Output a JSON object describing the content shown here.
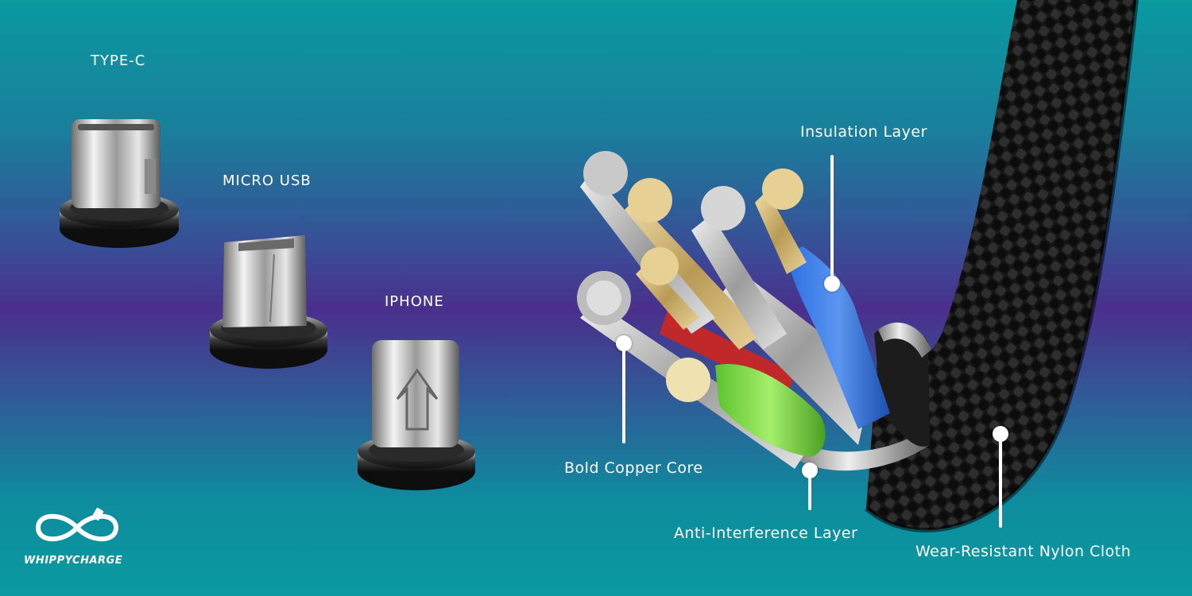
{
  "connectors": {
    "type_c": "TYPE-C",
    "micro_usb": "MICRO USB",
    "iphone": "IPHONE"
  },
  "callouts": {
    "insulation": "Insulation Layer",
    "copper_core": "Bold Copper Core",
    "anti_interference": "Anti-Interference Layer",
    "nylon_cloth": "Wear-Resistant Nylon Cloth"
  },
  "brand": {
    "name": "WHIPPYCHARGE"
  },
  "colors": {
    "background_top": "#0a9aa0",
    "background_mid": "#4a2f8c",
    "text": "#ffffff",
    "braid": "#1a1a1a",
    "wire_blue": "#1e5fd0",
    "wire_green": "#6fd43a",
    "wire_red": "#c0282a",
    "copper": "#e0c27a"
  },
  "icons": {
    "logo": "infinity-cable-icon"
  }
}
